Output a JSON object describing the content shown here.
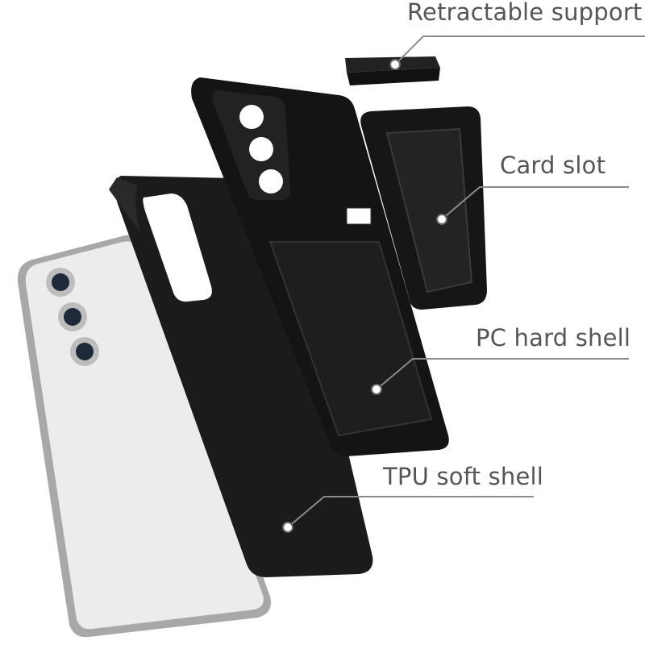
{
  "labels": {
    "retractable_support": "Retractable support",
    "card_slot": "Card slot",
    "pc_hard_shell": "PC hard shell",
    "tpu_soft_shell": "TPU soft shell"
  },
  "colors": {
    "label_text": "#555555",
    "leader_line": "#8a8a8a",
    "case_black": "#1a1a1a",
    "phone_silver": "#e9e9e9"
  }
}
